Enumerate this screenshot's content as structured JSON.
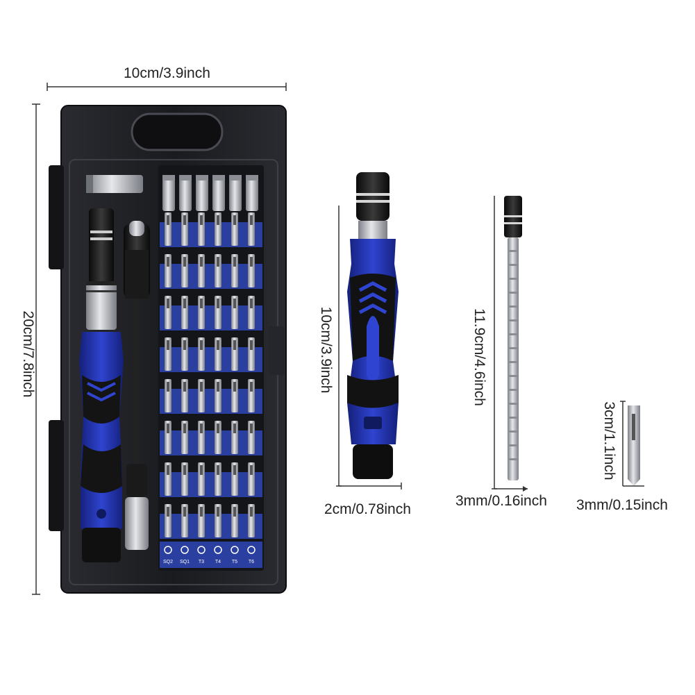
{
  "dimensions": {
    "case_width": "10cm/3.9inch",
    "case_height": "20cm/7.8inch",
    "handle_length": "10cm/3.9inch",
    "handle_diameter": "2cm/0.78inch",
    "extension_length": "11.9cm/4.6inch",
    "extension_diameter": "3mm/0.16inch",
    "bit_length": "3cm/1.1inch",
    "bit_diameter": "3mm/0.15inch"
  },
  "bit_labels": [
    "SQ2",
    "SQ1",
    "T3",
    "T4",
    "T5",
    "T6"
  ],
  "colors": {
    "case": "#1c1d22",
    "handle_blue": "#1f2fa8",
    "tray_blue": "#2a3fa0",
    "metal": "#b9bcc2",
    "grip_black": "#151515"
  }
}
